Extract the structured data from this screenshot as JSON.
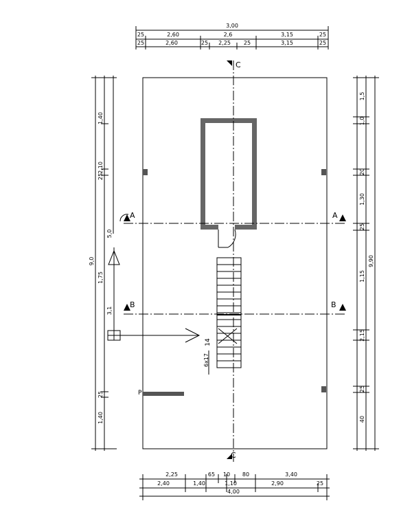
{
  "drawing": {
    "top_dimensions": {
      "overall": "3,00",
      "row1": [
        "25",
        "2,60",
        "2,6",
        "3,15",
        "25"
      ],
      "row2": [
        "25",
        "2,60",
        "25",
        "2,25",
        "25",
        "3,15",
        "25"
      ]
    },
    "bottom_dimensions": {
      "row1": [
        "2,25",
        "65",
        "10",
        "80",
        "3,40"
      ],
      "row2": [
        "2,40",
        "1,40",
        "1,10",
        "2,90",
        "25"
      ],
      "overall": "4,00"
    },
    "left_dimensions": {
      "overall": "9,0",
      "segments": [
        "1,40",
        "2,10",
        "25",
        "1,75",
        "3,1",
        "25",
        "1,40",
        "5,0"
      ]
    },
    "right_dimensions": {
      "overall": "9,90",
      "segments": [
        "1,5",
        "1,0",
        "20",
        "1,30",
        "25",
        "1,15",
        "2,15",
        "25",
        "40"
      ]
    },
    "section_labels": {
      "a_left": "A",
      "a_right": "A",
      "b_left": "B",
      "b_right": "B",
      "c_top": "C",
      "c_bottom": "C"
    },
    "annotations": {
      "stair_number": "14",
      "stair_note": "6x17",
      "p_label": "P"
    }
  }
}
